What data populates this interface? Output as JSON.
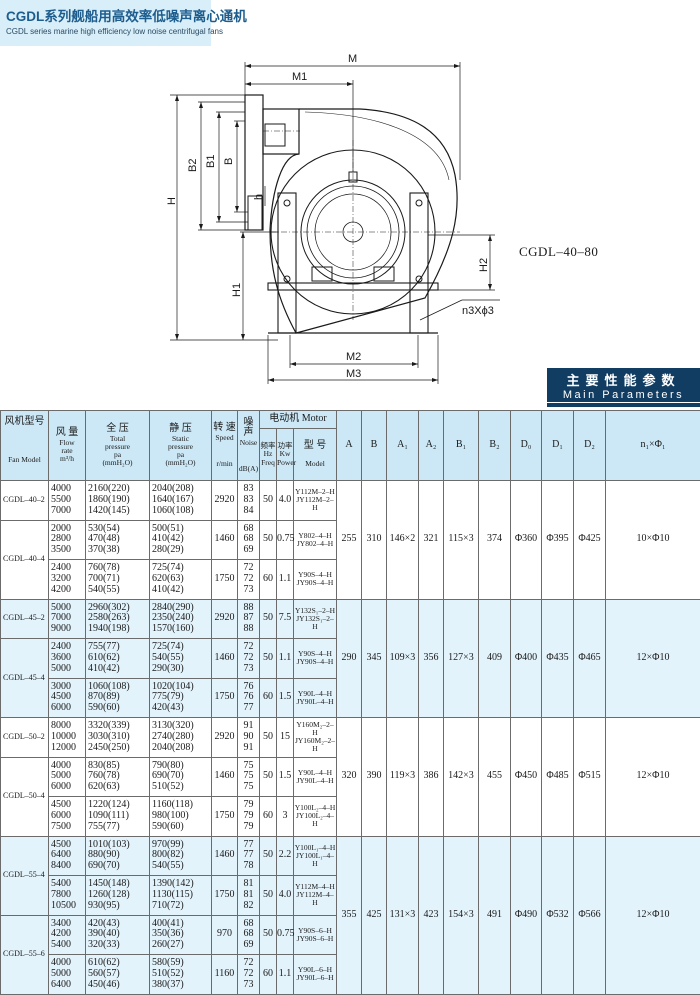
{
  "header": {
    "title_cn": "CGDL系列舰船用高效率低噪声离心通机",
    "title_en": "CGDL series marine high efficiency low noise centrifugal fans"
  },
  "drawing": {
    "model_label": "CGDL–40–80",
    "dims": {
      "M": "M",
      "M1": "M1",
      "B2": "B2",
      "B1": "B1",
      "B": "B",
      "H": "H",
      "h": "h",
      "H1": "H1",
      "H2": "H2",
      "M2": "M2",
      "M3": "M3",
      "holes": "n3Xϕ3"
    }
  },
  "badge": {
    "cn": "主要性能参数",
    "en": "Main Parameters"
  },
  "table": {
    "headers": {
      "model_cn": "风机型号",
      "model_en": "Fan Model",
      "flow_cn": "风 量",
      "flow_en": "Flow",
      "flow_en2": "rate",
      "flow_unit": "m³/h",
      "total_cn": "全 压",
      "total_en": "Total",
      "total_en2": "pressure",
      "total_unit": "pa",
      "total_unit2": "(mmH₂O)",
      "static_cn": "静 压",
      "static_en": "Static",
      "static_en2": "pressure",
      "static_unit": "pa",
      "static_unit2": "(mmH₂O)",
      "speed_cn": "转 速",
      "speed_en": "Speed",
      "speed_unit": "r/min",
      "noise_cn": "噪 声",
      "noise_en": "Noise",
      "noise_unit": "dB(A)",
      "motor": "电动机 Motor",
      "freq_cn": "频率",
      "freq_u": "Hz",
      "freq_en": "Freq",
      "power_cn": "功率",
      "power_u": "Kw",
      "power_en": "Power",
      "mtype_cn": "型 号",
      "mtype_en": "Model",
      "A": "A",
      "B": "B",
      "A1": "A₁",
      "A2": "A₂",
      "B1": "B₁",
      "B2": "B₂",
      "D0": "D₀",
      "D1": "D₁",
      "D2": "D₂",
      "n1": "n₁×Φ₁"
    },
    "groups": [
      {
        "dims": {
          "A": "255",
          "B": "310",
          "A1": "146×2",
          "A2": "321",
          "B1": "115×3",
          "B2": "374",
          "D0": "Φ360",
          "D1": "Φ395",
          "D2": "Φ425",
          "n1": "10×Φ10"
        },
        "models": [
          {
            "name": "CGDL–40–2",
            "rows": [
              {
                "flow": "4000\n5500\n7000",
                "total": "2160(220)\n1860(190)\n1420(145)",
                "static": "2040(208)\n1640(167)\n1060(108)",
                "speed": "2920",
                "noise": "83\n83\n84",
                "freq": "50",
                "power": "4.0",
                "motor": "Y112M–2–H\nJY112M–2–H"
              }
            ]
          },
          {
            "name": "CGDL–40–4",
            "rows": [
              {
                "flow": "2000\n2800\n3500",
                "total": "530(54)\n470(48)\n370(38)",
                "static": "500(51)\n410(42)\n280(29)",
                "speed": "1460",
                "noise": "68\n68\n69",
                "freq": "50",
                "power": "0.75",
                "motor": "Y802–4–H\nJY802–4–H"
              },
              {
                "flow": "2400\n3200\n4200",
                "total": "760(78)\n700(71)\n540(55)",
                "static": "725(74)\n620(63)\n410(42)",
                "speed": "1750",
                "noise": "72\n72\n73",
                "freq": "60",
                "power": "1.1",
                "motor": "Y90S–4–H\nJY90S–4–H"
              }
            ]
          }
        ]
      },
      {
        "dims": {
          "A": "290",
          "B": "345",
          "A1": "109×3",
          "A2": "356",
          "B1": "127×3",
          "B2": "409",
          "D0": "Φ400",
          "D1": "Φ435",
          "D2": "Φ465",
          "n1": "12×Φ10"
        },
        "models": [
          {
            "name": "CGDL–45–2",
            "rows": [
              {
                "flow": "5000\n7000\n9000",
                "total": "2960(302)\n2580(263)\n1940(198)",
                "static": "2840(290)\n2350(240)\n1570(160)",
                "speed": "2920",
                "noise": "88\n87\n88",
                "freq": "50",
                "power": "7.5",
                "motor": "Y132S₁–2–H\nJY132S₁–2–H"
              }
            ]
          },
          {
            "name": "CGDL–45–4",
            "rows": [
              {
                "flow": "2400\n3600\n5000",
                "total": "755(77)\n610(62)\n410(42)",
                "static": "725(74)\n540(55)\n290(30)",
                "speed": "1460",
                "noise": "72\n72\n73",
                "freq": "50",
                "power": "1.1",
                "motor": "Y90S–4–H\nJY90S–4–H"
              },
              {
                "flow": "3000\n4500\n6000",
                "total": "1060(108)\n870(89)\n590(60)",
                "static": "1020(104)\n775(79)\n420(43)",
                "speed": "1750",
                "noise": "76\n76\n77",
                "freq": "60",
                "power": "1.5",
                "motor": "Y90L–4–H\nJY90L–4–H"
              }
            ]
          }
        ]
      },
      {
        "dims": {
          "A": "320",
          "B": "390",
          "A1": "119×3",
          "A2": "386",
          "B1": "142×3",
          "B2": "455",
          "D0": "Φ450",
          "D1": "Φ485",
          "D2": "Φ515",
          "n1": "12×Φ10"
        },
        "models": [
          {
            "name": "CGDL–50–2",
            "rows": [
              {
                "flow": "8000\n10000\n12000",
                "total": "3320(339)\n3030(310)\n2450(250)",
                "static": "3130(320)\n2740(280)\n2040(208)",
                "speed": "2920",
                "noise": "91\n90\n91",
                "freq": "50",
                "power": "15",
                "motor": "Y160M₂–2–H\nJY160M₂–2–H"
              }
            ]
          },
          {
            "name": "CGDL–50–4",
            "rows": [
              {
                "flow": "4000\n5000\n6000",
                "total": "830(85)\n760(78)\n620(63)",
                "static": "790(80)\n690(70)\n510(52)",
                "speed": "1460",
                "noise": "75\n75\n75",
                "freq": "50",
                "power": "1.5",
                "motor": "Y90L–4–H\nJY90L–4–H"
              },
              {
                "flow": "4500\n6000\n7500",
                "total": "1220(124)\n1090(111)\n755(77)",
                "static": "1160(118)\n980(100)\n590(60)",
                "speed": "1750",
                "noise": "79\n79\n79",
                "freq": "60",
                "power": "3",
                "motor": "Y100L₂–4–H\nJY100L₂–4–H"
              }
            ]
          }
        ]
      },
      {
        "dims": {
          "A": "355",
          "B": "425",
          "A1": "131×3",
          "A2": "423",
          "B1": "154×3",
          "B2": "491",
          "D0": "Φ490",
          "D1": "Φ532",
          "D2": "Φ566",
          "n1": "12×Φ10"
        },
        "models": [
          {
            "name": "CGDL–55–4",
            "rows": [
              {
                "flow": "4500\n6400\n8400",
                "total": "1010(103)\n880(90)\n690(70)",
                "static": "970(99)\n800(82)\n540(55)",
                "speed": "1460",
                "noise": "77\n77\n78",
                "freq": "50",
                "power": "2.2",
                "motor": "Y100L₁–4–H\nJY100L₁–4–H"
              },
              {
                "flow": "5400\n7800\n10500",
                "total": "1450(148)\n1260(128)\n930(95)",
                "static": "1390(142)\n1130(115)\n710(72)",
                "speed": "1750",
                "noise": "81\n81\n82",
                "freq": "50",
                "power": "4.0",
                "motor": "Y112M–4–H\nJY112M–4–H"
              }
            ]
          },
          {
            "name": "CGDL–55–6",
            "rows": [
              {
                "flow": "3400\n4200\n5400",
                "total": "420(43)\n390(40)\n320(33)",
                "static": "400(41)\n350(36)\n260(27)",
                "speed": "970",
                "noise": "68\n68\n69",
                "freq": "50",
                "power": "0.75",
                "motor": "Y90S–6–H\nJY90S–6–H"
              },
              {
                "flow": "4000\n5000\n6400",
                "total": "610(62)\n560(57)\n450(46)",
                "static": "580(59)\n510(52)\n380(37)",
                "speed": "1160",
                "noise": "72\n72\n73",
                "freq": "60",
                "power": "1.1",
                "motor": "Y90L–6–H\nJY90L–6–H"
              }
            ]
          }
        ]
      }
    ]
  }
}
